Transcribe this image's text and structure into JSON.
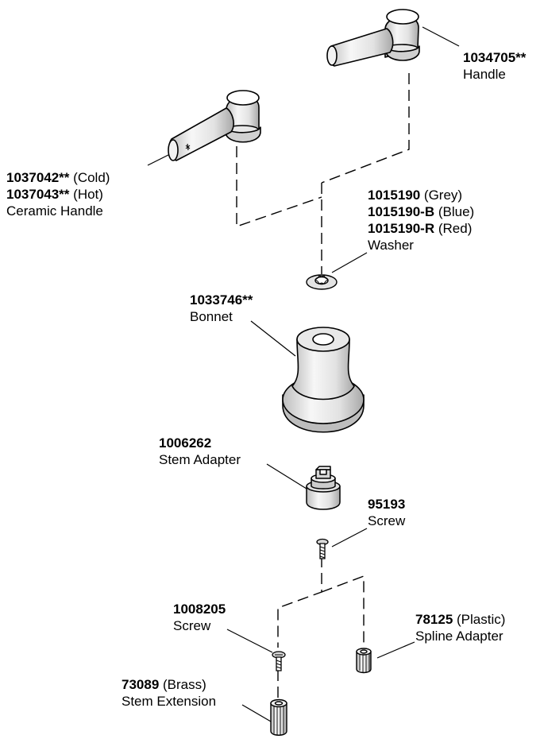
{
  "parts": {
    "handle_single": {
      "number": "1034705**",
      "desc": "Handle"
    },
    "ceramic_handle": {
      "cold_number": "1037042**",
      "cold_variant": "(Cold)",
      "hot_number": "1037043**",
      "hot_variant": "(Hot)",
      "desc": "Ceramic Handle"
    },
    "washer": {
      "grey_number": "1015190",
      "grey_variant": "(Grey)",
      "blue_number": "1015190-B",
      "blue_variant": "(Blue)",
      "red_number": "1015190-R",
      "red_variant": "(Red)",
      "desc": "Washer"
    },
    "bonnet": {
      "number": "1033746**",
      "desc": "Bonnet"
    },
    "stem_adapter": {
      "number": "1006262",
      "desc": "Stem Adapter"
    },
    "screw_upper": {
      "number": "95193",
      "desc": "Screw"
    },
    "screw_lower": {
      "number": "1008205",
      "desc": "Screw"
    },
    "spline_adapter": {
      "number": "78125",
      "variant": "(Plastic)",
      "desc": "Spline Adapter"
    },
    "stem_extension": {
      "number": "73089",
      "variant": "(Brass)",
      "desc": "Stem Extension"
    }
  },
  "colors": {
    "ink": "#000000",
    "paper": "#ffffff",
    "shade": "#d9d9d9"
  }
}
